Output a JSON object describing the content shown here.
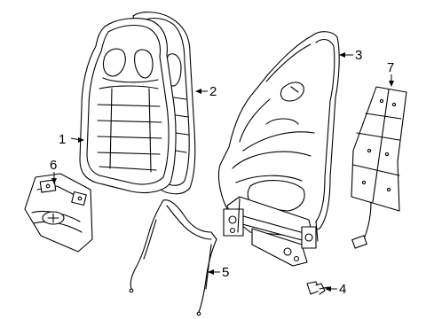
{
  "callouts": [
    {
      "id": "1",
      "label": "1"
    },
    {
      "id": "2",
      "label": "2"
    },
    {
      "id": "3",
      "label": "3"
    },
    {
      "id": "4",
      "label": "4"
    },
    {
      "id": "5",
      "label": "5"
    },
    {
      "id": "6",
      "label": "6"
    },
    {
      "id": "7",
      "label": "7"
    }
  ],
  "parts": [
    {
      "callout": "1",
      "icon": "seat-back-cushion-front"
    },
    {
      "callout": "2",
      "icon": "seat-back-cushion-rear"
    },
    {
      "callout": "3",
      "icon": "seat-back-frame"
    },
    {
      "callout": "4",
      "icon": "bolt"
    },
    {
      "callout": "5",
      "icon": "wire-frame"
    },
    {
      "callout": "6",
      "icon": "lumbar-pad"
    },
    {
      "callout": "7",
      "icon": "heater-element"
    }
  ]
}
